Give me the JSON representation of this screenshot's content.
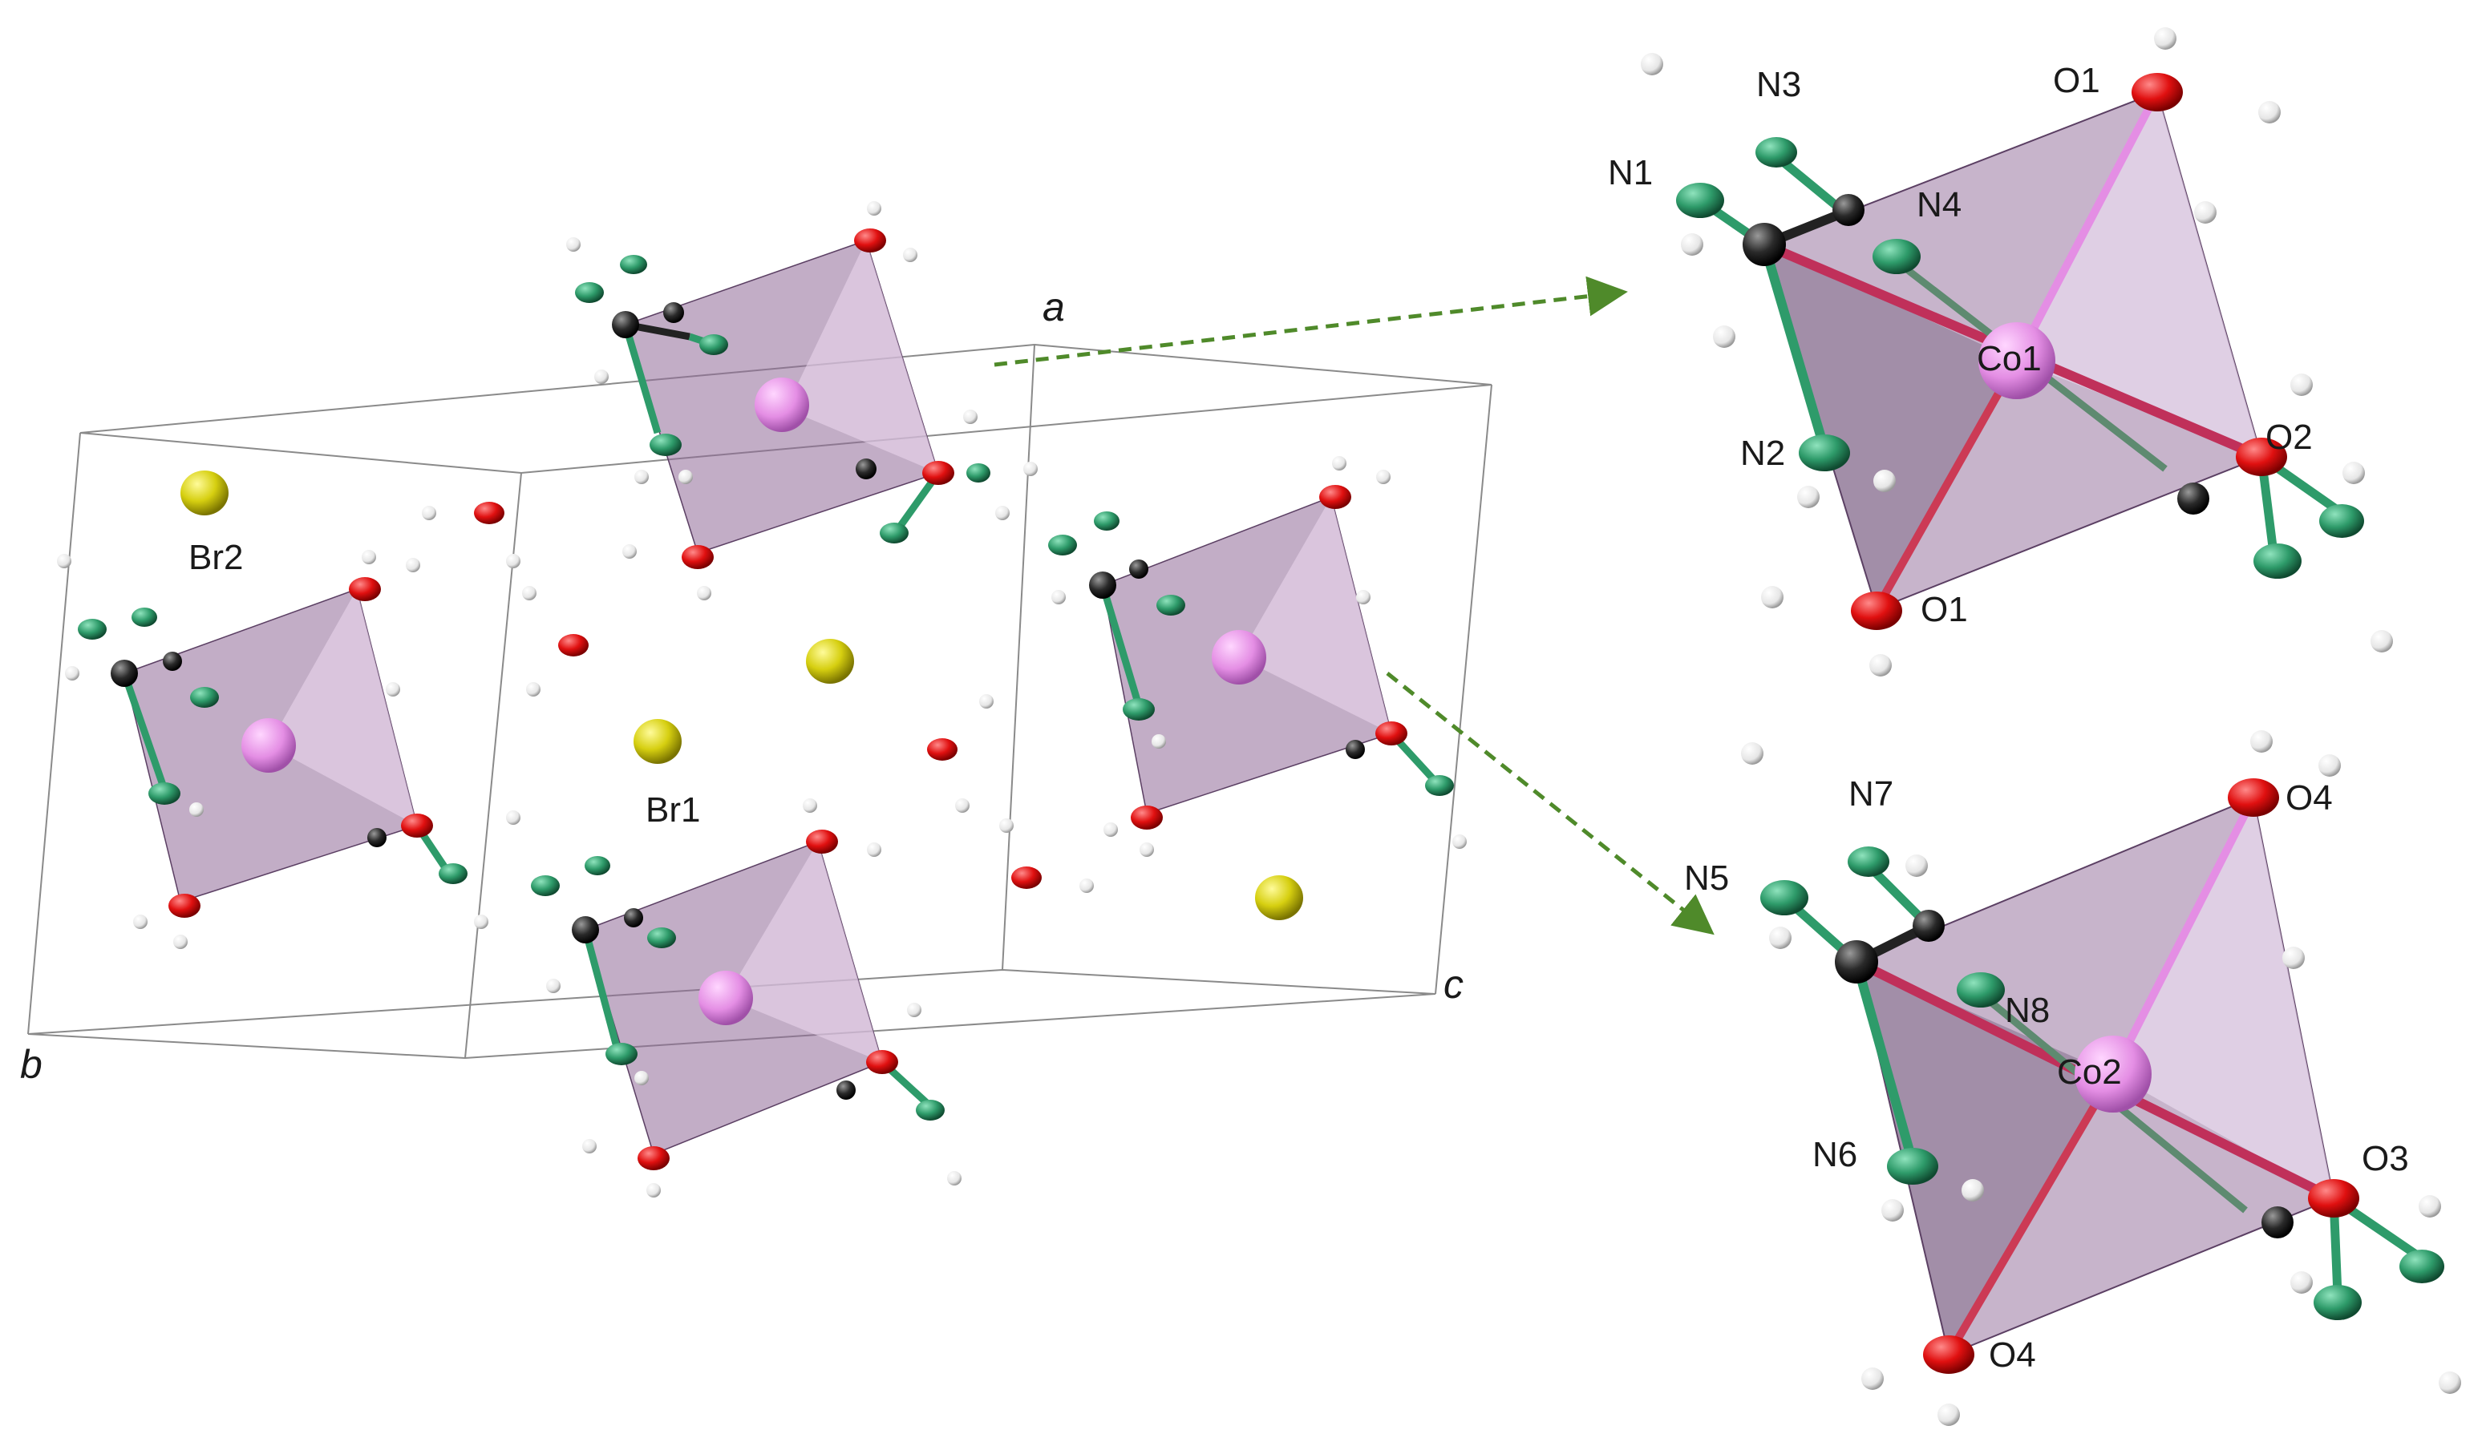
{
  "axes": {
    "a": "a",
    "b": "b",
    "c": "c"
  },
  "cell_labels": {
    "br1": "Br1",
    "br2": "Br2"
  },
  "co1_labels": {
    "n1": "N1",
    "n2": "N2",
    "n3": "N3",
    "n4": "N4",
    "o1_top": "O1",
    "o1_bottom": "O1",
    "o2": "O2",
    "co1": "Co1"
  },
  "co2_labels": {
    "n5": "N5",
    "n6": "N6",
    "n7": "N7",
    "n8": "N8",
    "o4_top": "O4",
    "o4_bottom": "O4",
    "o3": "O3",
    "co2": "Co2"
  },
  "colors": {
    "bromine": "#d6cf10",
    "oxygen": "#e01010",
    "nitrogen": "#2e9b6a",
    "carbon": "#2a2a2a",
    "hydrogen": "#f2f2f2",
    "cobalt": "#e48ee4",
    "octahedron": "#8f6a97",
    "arrow": "#4f8a2a"
  }
}
